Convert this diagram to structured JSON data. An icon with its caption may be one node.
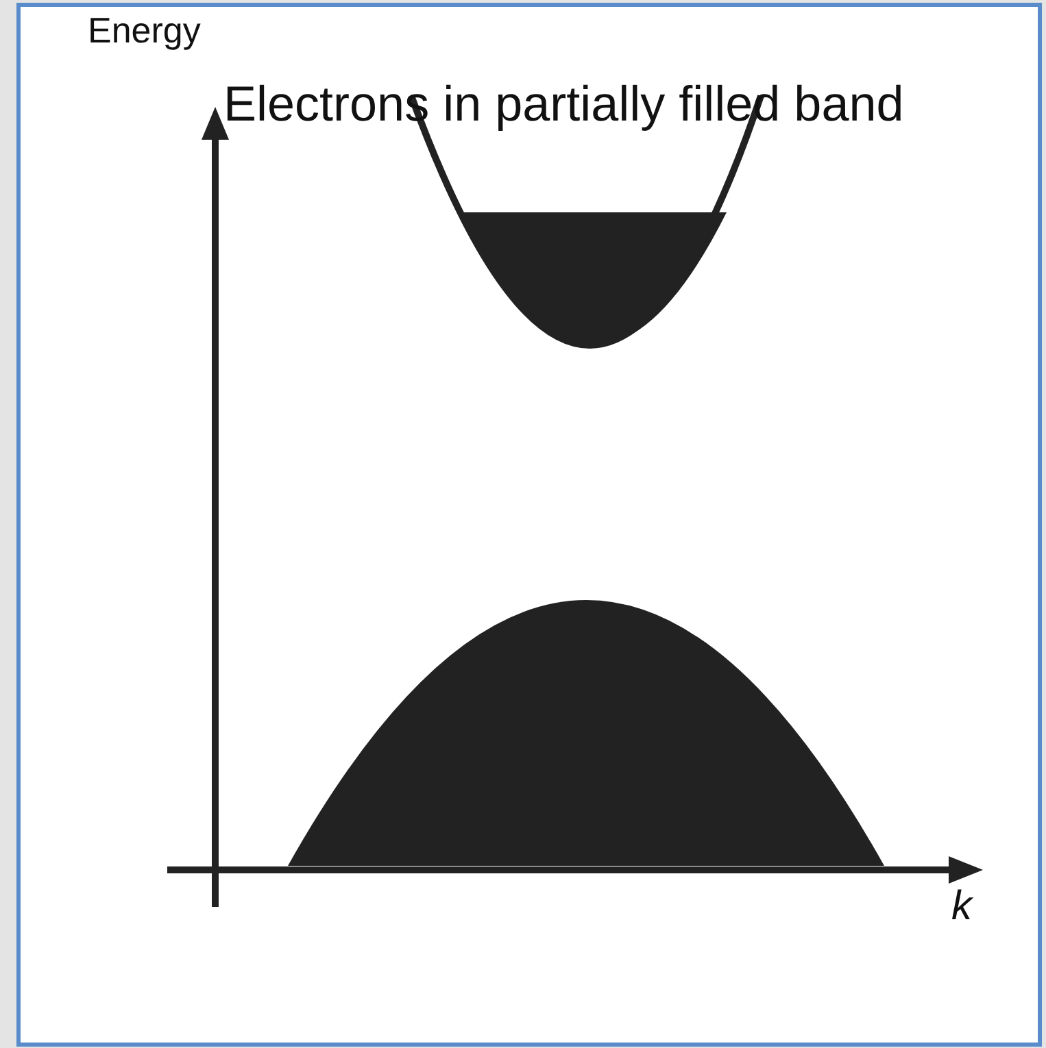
{
  "diagram": {
    "labels": [
      "Energy",
      "Electrons in partially filled band",
      "k"
    ]
  }
}
